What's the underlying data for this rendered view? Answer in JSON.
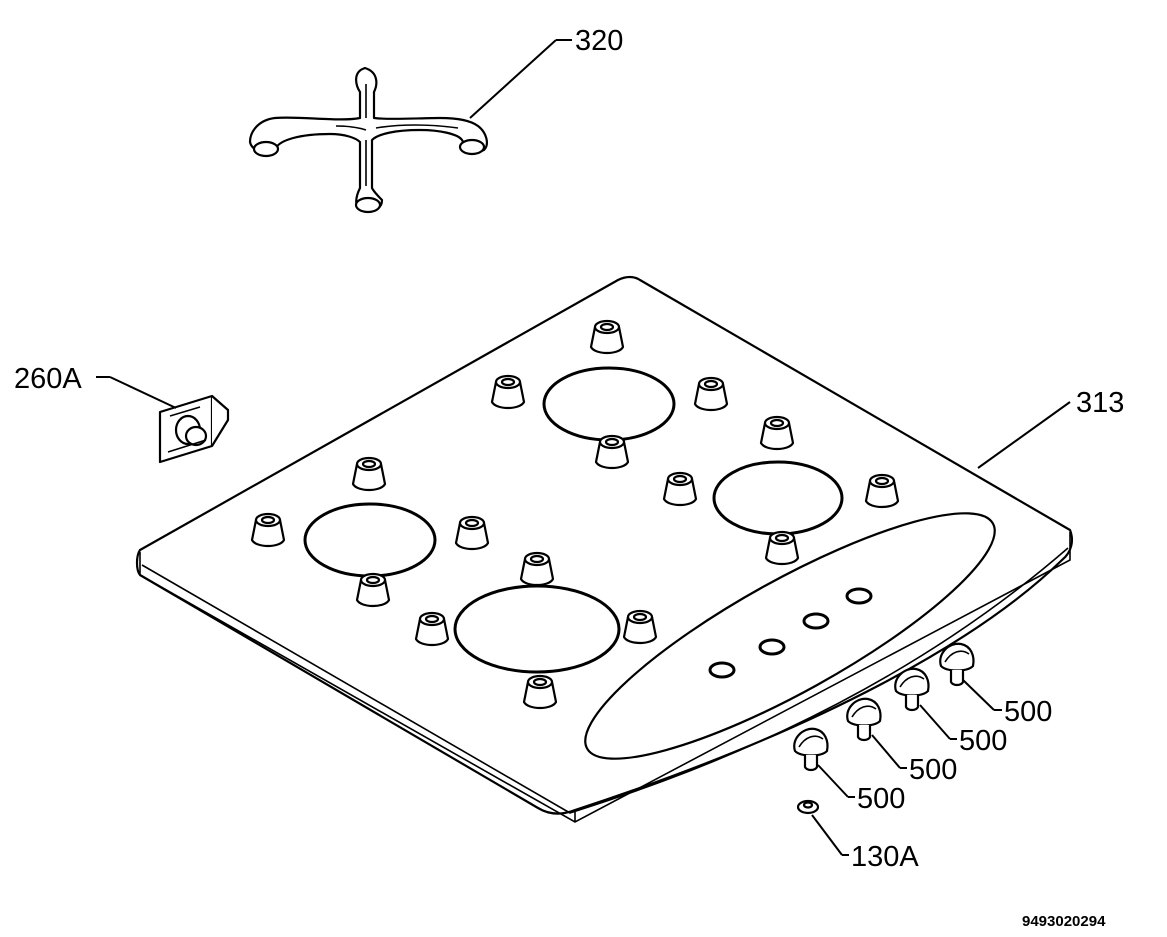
{
  "diagram": {
    "part_labels": {
      "pan_support": "320",
      "bracket": "260A",
      "hob_top": "313",
      "knob_1": "500",
      "knob_2": "500",
      "knob_3": "500",
      "knob_4": "500",
      "washer": "130A"
    },
    "drawing_code": "9493020294"
  }
}
